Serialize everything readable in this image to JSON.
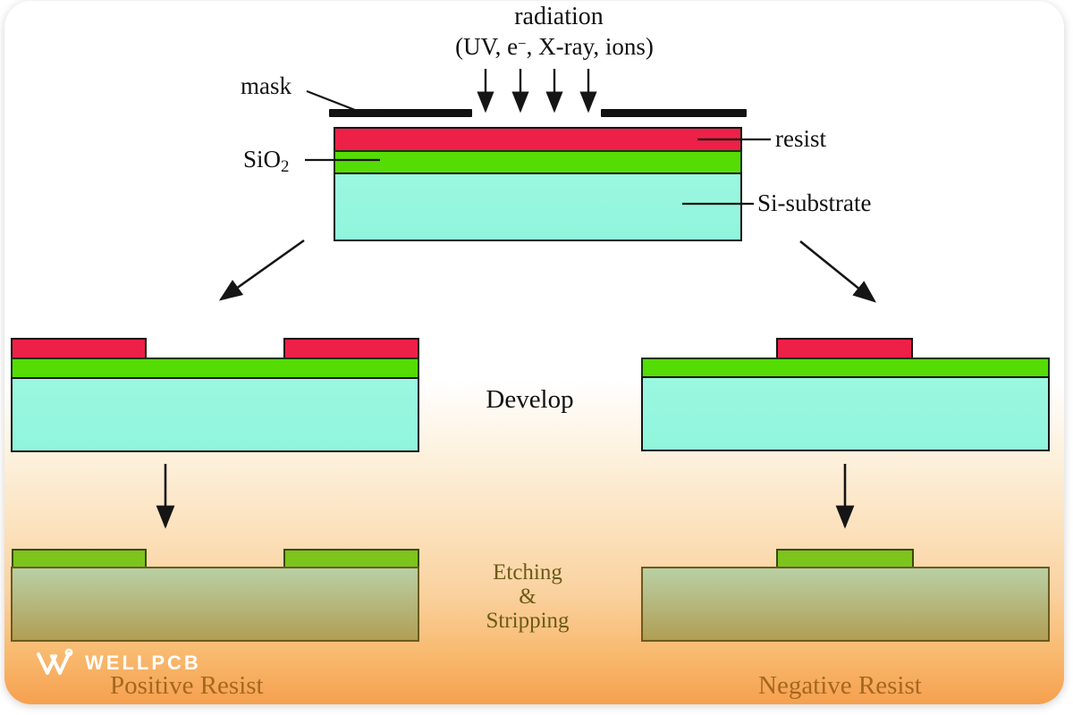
{
  "top": {
    "radiation_label": "radiation",
    "radiation_sources_pre": "(UV, e",
    "radiation_sources_sup": "−",
    "radiation_sources_post": ", X-ray, ions)",
    "mask_label": "mask",
    "sio2_label_base": "SiO",
    "sio2_label_sub": "2",
    "resist_label": "resist",
    "substrate_label": "Si-substrate"
  },
  "middle": {
    "develop_label": "Develop"
  },
  "bottom": {
    "etching_line1": "Etching",
    "etching_line2": "&",
    "etching_line3": "Stripping",
    "positive_label": "Positive Resist",
    "negative_label": "Negative Resist"
  },
  "branding": {
    "logo_text": "WELLPCB"
  },
  "colors": {
    "resist_red": "#ed2147",
    "sio2_green": "#55dc05",
    "substrate_cyan": "#90f5dc",
    "etched_green": "#7dc41d",
    "etched_substrate_top": "#b9d0a4",
    "etched_substrate_bottom": "#b19e55",
    "bg_orange": "#f6a04e",
    "label_brown": "#a5671e",
    "etch_text": "#6b5a14"
  }
}
